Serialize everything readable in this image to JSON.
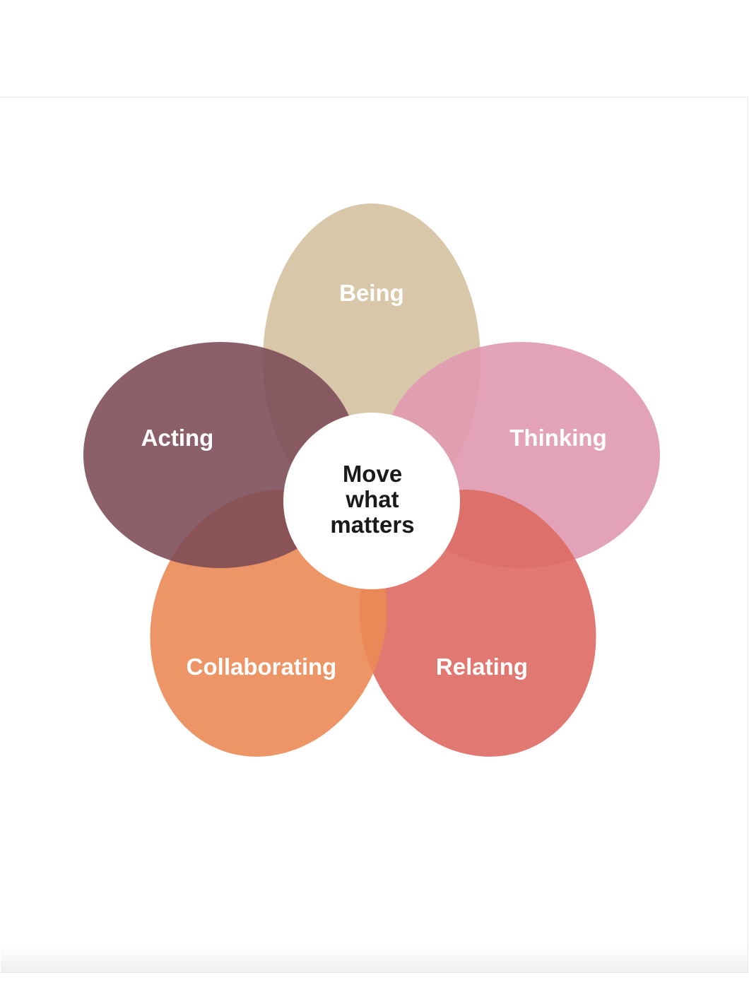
{
  "diagram": {
    "center": {
      "lines": [
        "Move",
        "what",
        "matters"
      ],
      "color": "#ffffff"
    },
    "petals": [
      {
        "id": "being",
        "label": "Being",
        "color": "#d9c7a9"
      },
      {
        "id": "thinking",
        "label": "Thinking",
        "color": "#e09bb2"
      },
      {
        "id": "relating",
        "label": "Relating",
        "color": "#de6a63"
      },
      {
        "id": "collaborating",
        "label": "Collaborating",
        "color": "#eb8a55"
      },
      {
        "id": "acting",
        "label": "Acting",
        "color": "#7b4a57"
      }
    ]
  }
}
